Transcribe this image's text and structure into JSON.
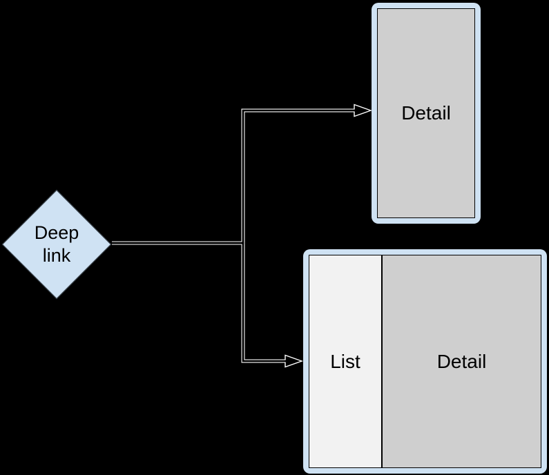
{
  "diagram": {
    "colors": {
      "background": "#000000",
      "node_blue": "#cfe2f3",
      "node_border": "#333c44",
      "pane_gray": "#cfcfcf",
      "pane_light_gray": "#f2f2f2",
      "pane_border": "#000000",
      "arrow_casing": "#ffffff",
      "arrow_core": "#000000",
      "label_color": "#000000"
    },
    "nodes": {
      "deep_link": {
        "shape": "diamond",
        "label": "Deep link"
      },
      "detail_screen": {
        "shape": "portrait-screen",
        "label": "Detail"
      },
      "list_detail_screen": {
        "shape": "landscape-screen",
        "list_label": "List",
        "detail_label": "Detail"
      }
    },
    "connectors": [
      {
        "from": "deep_link",
        "to": "detail_screen",
        "style": "elbow-arrow"
      },
      {
        "from": "deep_link",
        "to": "list_detail_screen",
        "style": "elbow-arrow"
      }
    ]
  }
}
